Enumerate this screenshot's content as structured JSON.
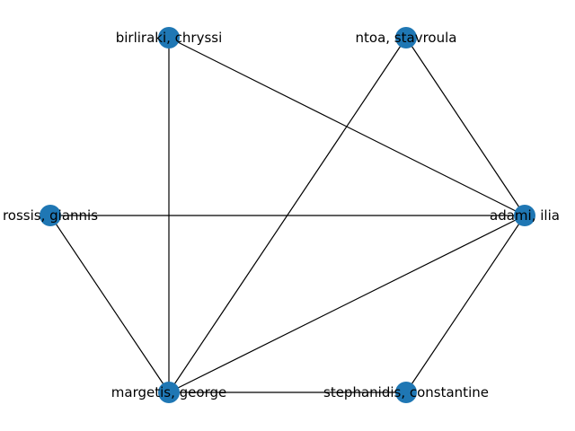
{
  "graph": {
    "node_color": "#1f77b4",
    "edge_color": "#000000",
    "nodes": [
      {
        "id": "birliraki",
        "label": "birliraki, chryssi"
      },
      {
        "id": "ntoa",
        "label": "ntoa, stavroula"
      },
      {
        "id": "rossis",
        "label": "rossis, giannis"
      },
      {
        "id": "adami",
        "label": "adami, ilia"
      },
      {
        "id": "margetis",
        "label": "margetis, george"
      },
      {
        "id": "stephanidis",
        "label": "stephanidis, constantine"
      }
    ],
    "edges": [
      [
        "birliraki",
        "adami"
      ],
      [
        "birliraki",
        "margetis"
      ],
      [
        "ntoa",
        "adami"
      ],
      [
        "ntoa",
        "margetis"
      ],
      [
        "rossis",
        "adami"
      ],
      [
        "rossis",
        "margetis"
      ],
      [
        "adami",
        "margetis"
      ],
      [
        "adami",
        "stephanidis"
      ],
      [
        "margetis",
        "stephanidis"
      ]
    ]
  }
}
